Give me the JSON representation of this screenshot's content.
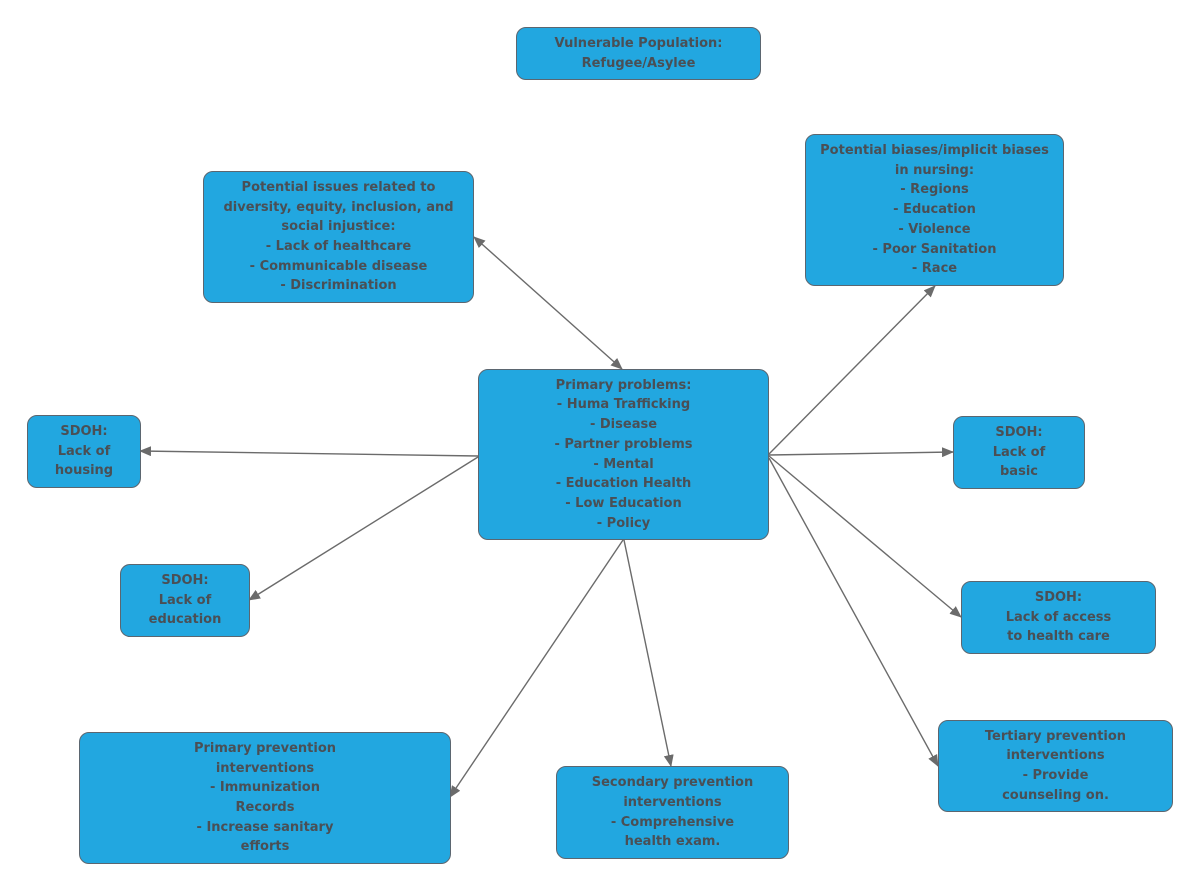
{
  "colors": {
    "box_fill": "#22a7e0",
    "box_border": "#5b6670",
    "text": "#4a4f55",
    "connector": "#6b6b6b"
  },
  "nodes": {
    "title": {
      "lines": [
        "Vulnerable Population:",
        "Refugee/Asylee"
      ]
    },
    "diversity": {
      "lines": [
        "Potential issues related to",
        "diversity, equity, inclusion, and",
        "social injustice:",
        "- Lack of healthcare",
        "- Communicable disease",
        "- Discrimination"
      ]
    },
    "biases": {
      "lines": [
        "Potential biases/implicit biases",
        "in nursing:",
        "- Regions",
        "- Education",
        "- Violence",
        "- Poor Sanitation",
        "- Race"
      ]
    },
    "primary_problems": {
      "lines": [
        "Primary problems:",
        "- Huma Trafficking",
        "- Disease",
        "- Partner problems",
        "- Mental",
        "- Education Health",
        "- Low Education",
        "- Policy"
      ]
    },
    "sdoh_housing": {
      "lines": [
        "SDOH:",
        "Lack of",
        "housing"
      ]
    },
    "sdoh_basic": {
      "lines": [
        "SDOH:",
        "Lack of",
        "basic"
      ]
    },
    "sdoh_education": {
      "lines": [
        "SDOH:",
        "Lack of",
        "education"
      ]
    },
    "sdoh_access": {
      "lines": [
        "SDOH:",
        "Lack of access",
        "to health care"
      ]
    },
    "primary_prevention": {
      "lines": [
        "Primary prevention",
        "interventions",
        "- Immunization",
        "Records",
        "- Increase sanitary",
        "efforts"
      ]
    },
    "secondary_prevention": {
      "lines": [
        "Secondary prevention",
        "interventions",
        "- Comprehensive",
        "health exam."
      ]
    },
    "tertiary_prevention": {
      "lines": [
        "Tertiary prevention",
        "interventions",
        "- Provide",
        "counseling on."
      ]
    }
  }
}
